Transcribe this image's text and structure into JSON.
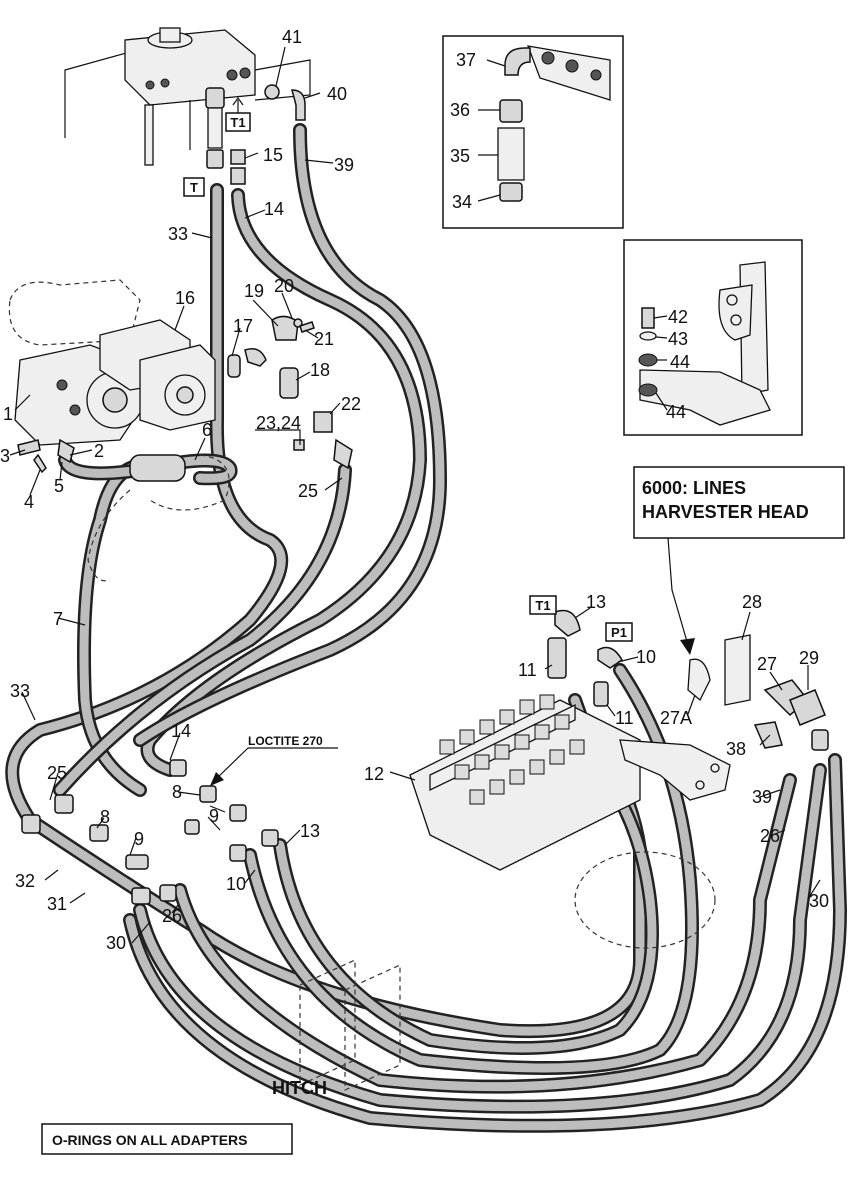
{
  "callouts": [
    "41",
    "40",
    "15",
    "39",
    "14",
    "33",
    "37",
    "36",
    "35",
    "34",
    "16",
    "19",
    "20",
    "21",
    "17",
    "18",
    "22",
    "23,24",
    "1",
    "2",
    "3",
    "4",
    "5",
    "6",
    "25",
    "42",
    "43",
    "44",
    "44",
    "28",
    "13",
    "10",
    "29",
    "27",
    "11",
    "11",
    "27A",
    "38",
    "12",
    "7",
    "33",
    "14",
    "8",
    "9",
    "25",
    "8",
    "9",
    "13",
    "32",
    "31",
    "10",
    "26",
    "30",
    "39",
    "26",
    "30"
  ],
  "port_labels": {
    "t_top": "T",
    "t1_top": "T1",
    "t1_valve": "T1",
    "p1_valve": "P1"
  },
  "notes": {
    "harvester_head": "6000: LINES HARVESTER HEAD",
    "loctite": "LOCTITE 270",
    "hitch": "HITCH",
    "o_rings": "O-RINGS ON ALL ADAPTERS"
  }
}
